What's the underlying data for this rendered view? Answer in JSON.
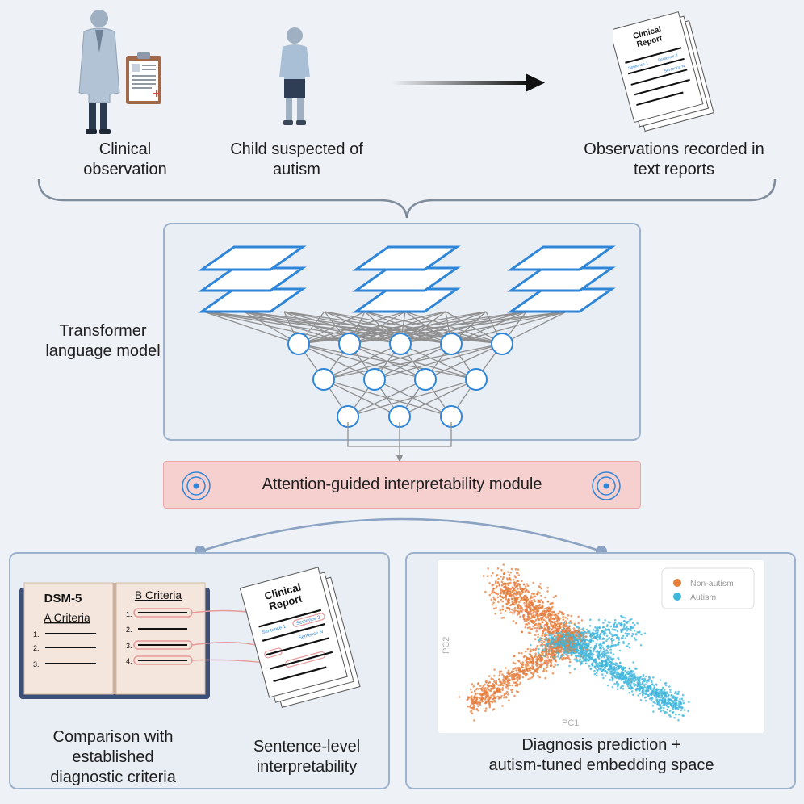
{
  "top": {
    "clinical_observation": "Clinical\nobservation",
    "child": "Child suspected of\nautism",
    "reports": "Observations recorded in\ntext reports",
    "report_title": "Clinical\nReport",
    "report_sentence_1": "Sentence 1",
    "report_sentence_2": "Sentence 2",
    "report_sentence_n": "Sentence N"
  },
  "model": {
    "label": "Transformer\nlanguage model"
  },
  "attention_module": {
    "label": "Attention-guided interpretability module"
  },
  "left_panel": {
    "book_title": "DSM-5",
    "a_criteria": "A Criteria",
    "b_criteria": "B Criteria",
    "a_items": [
      "1.",
      "2.",
      "3."
    ],
    "b_items": [
      "1.",
      "2.",
      "3.",
      "4."
    ],
    "report_title_line1": "Clinical",
    "report_title_line2": "Report",
    "sentence_1": "Sentence 1",
    "sentence_2": "Sentence 2",
    "sentence_n": "Sentence N",
    "caption_comparison": "Comparison with\nestablished\ndiagnostic criteria",
    "caption_sentence": "Sentence-level\ninterpretability"
  },
  "right_panel": {
    "caption": "Diagnosis prediction +\nautism-tuned embedding space"
  },
  "colors": {
    "non_autism": "#e67e3c",
    "autism": "#3fb6dc",
    "network_blue": "#2f86d8",
    "panel_border": "#9cb1cc"
  },
  "chart_data": {
    "type": "scatter",
    "xlabel": "PC1",
    "ylabel": "PC2",
    "legend_position": "top-right",
    "grid": false,
    "series": [
      {
        "name": "Non-autism",
        "color": "#e67e3c"
      },
      {
        "name": "Autism",
        "color": "#3fb6dc"
      }
    ]
  }
}
